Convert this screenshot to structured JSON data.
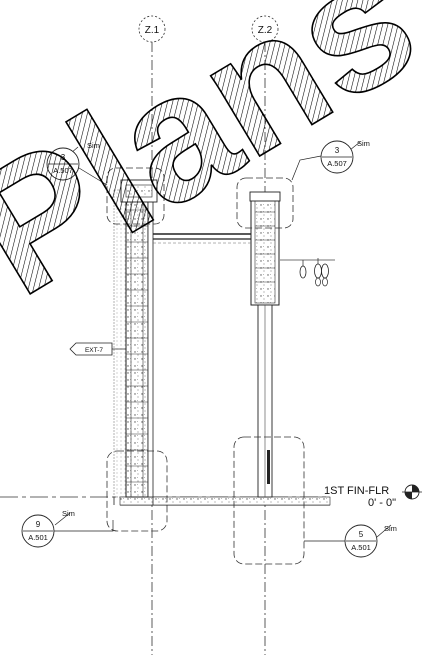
{
  "grid_lines": [
    {
      "label": "Z.1"
    },
    {
      "label": "Z.2"
    }
  ],
  "callouts": [
    {
      "number": "3",
      "sheet": "A.507",
      "note": "Sim"
    },
    {
      "number": "3",
      "sheet": "A.507",
      "note": "Sim"
    },
    {
      "number": "9",
      "sheet": "A.501",
      "note": "Sim"
    },
    {
      "number": "5",
      "sheet": "A.501",
      "note": "Sim"
    }
  ],
  "wall_tag": "EXT-7",
  "level": {
    "name": "1ST FIN-FLR",
    "elevation": "0' - 0\""
  },
  "watermark": "Plans @"
}
